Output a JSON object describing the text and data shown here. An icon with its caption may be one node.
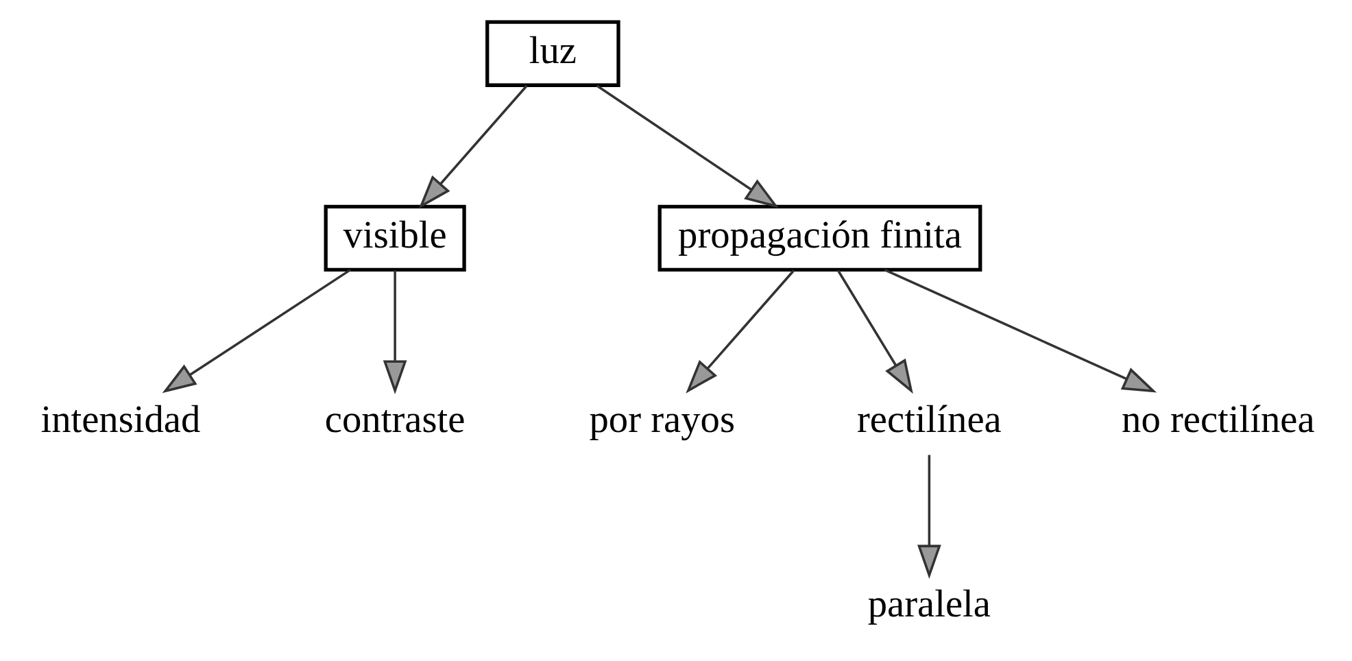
{
  "diagram": {
    "nodes": [
      {
        "text": [
          "luz"
        ]
      },
      {
        "text": [
          "visible"
        ]
      },
      {
        "text": [
          "propagación finita"
        ]
      },
      {
        "text": [
          "intensidad"
        ]
      },
      {
        "text": [
          "contraste"
        ]
      },
      {
        "text": [
          "por rayos"
        ]
      },
      {
        "text": [
          "rectilínea"
        ]
      },
      {
        "text": [
          "no rectilínea"
        ]
      },
      {
        "text": [
          "paralela"
        ]
      }
    ],
    "edges": [
      {
        "from": 0,
        "to": 1,
        "arrow": "to"
      },
      {
        "from": 0,
        "to": 2,
        "arrow": "to"
      },
      {
        "from": 1,
        "to": 3,
        "arrow": "to"
      },
      {
        "from": 1,
        "to": 4,
        "arrow": "to"
      },
      {
        "from": 2,
        "to": 5,
        "arrow": "to"
      },
      {
        "from": 2,
        "to": 6,
        "arrow": "to"
      },
      {
        "from": 2,
        "to": 7,
        "arrow": "to"
      },
      {
        "from": 6,
        "to": 8,
        "arrow": "to"
      }
    ]
  }
}
